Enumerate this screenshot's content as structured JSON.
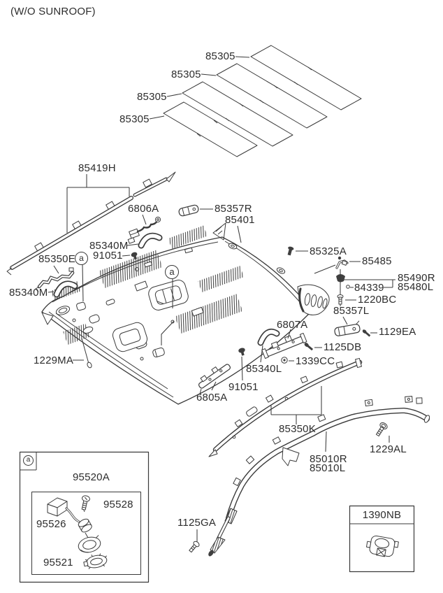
{
  "note": "(W/O SUNROOF)",
  "callouts": {
    "letter": "a"
  },
  "labels": {
    "roof_bow_1": "85305",
    "roof_bow_2": "85305",
    "roof_bow_3": "85305",
    "roof_bow_4": "85305",
    "roof_side_garnish": "85419H",
    "wiring_6806a": "6806A",
    "visor_retainer_r": "85357R",
    "headlining": "85401",
    "assist_handle_front": "85340M",
    "clip_front": "91051",
    "bracket_85350e": "85350E",
    "assist_handle_front_left": "85340M",
    "screw_1229ma": "1229MA",
    "screw_85325a": "85325A",
    "bracket_85485": "85485",
    "clip_84339": "84339",
    "retainer_85490r": "85490R",
    "retainer_85480l": "85480L",
    "screw_1220bc": "1220BC",
    "visor_retainer_l": "85357L",
    "screw_1129ea": "1129EA",
    "bracket_6807a": "6807A",
    "screw_1125db": "1125DB",
    "grommet_1339cc": "1339CC",
    "assist_handle_rear": "85340L",
    "clip_rear": "91051",
    "bracket_6805a": "6805A",
    "curtain_rail_85350k": "85350K",
    "curtain_airbag_r": "85010R",
    "curtain_airbag_l": "85010L",
    "bolt_1229al": "1229AL",
    "bolt_1125ga": "1125GA"
  },
  "inset": {
    "callout_letter": "a",
    "lamp_assembly": "95520A",
    "screw": "95528",
    "ring": "95526",
    "lens": "95521"
  },
  "legend": {
    "part_number": "1390NB"
  },
  "colors": {
    "line": "#3a3a3a",
    "text": "#2d2d2d",
    "background": "#ffffff"
  }
}
